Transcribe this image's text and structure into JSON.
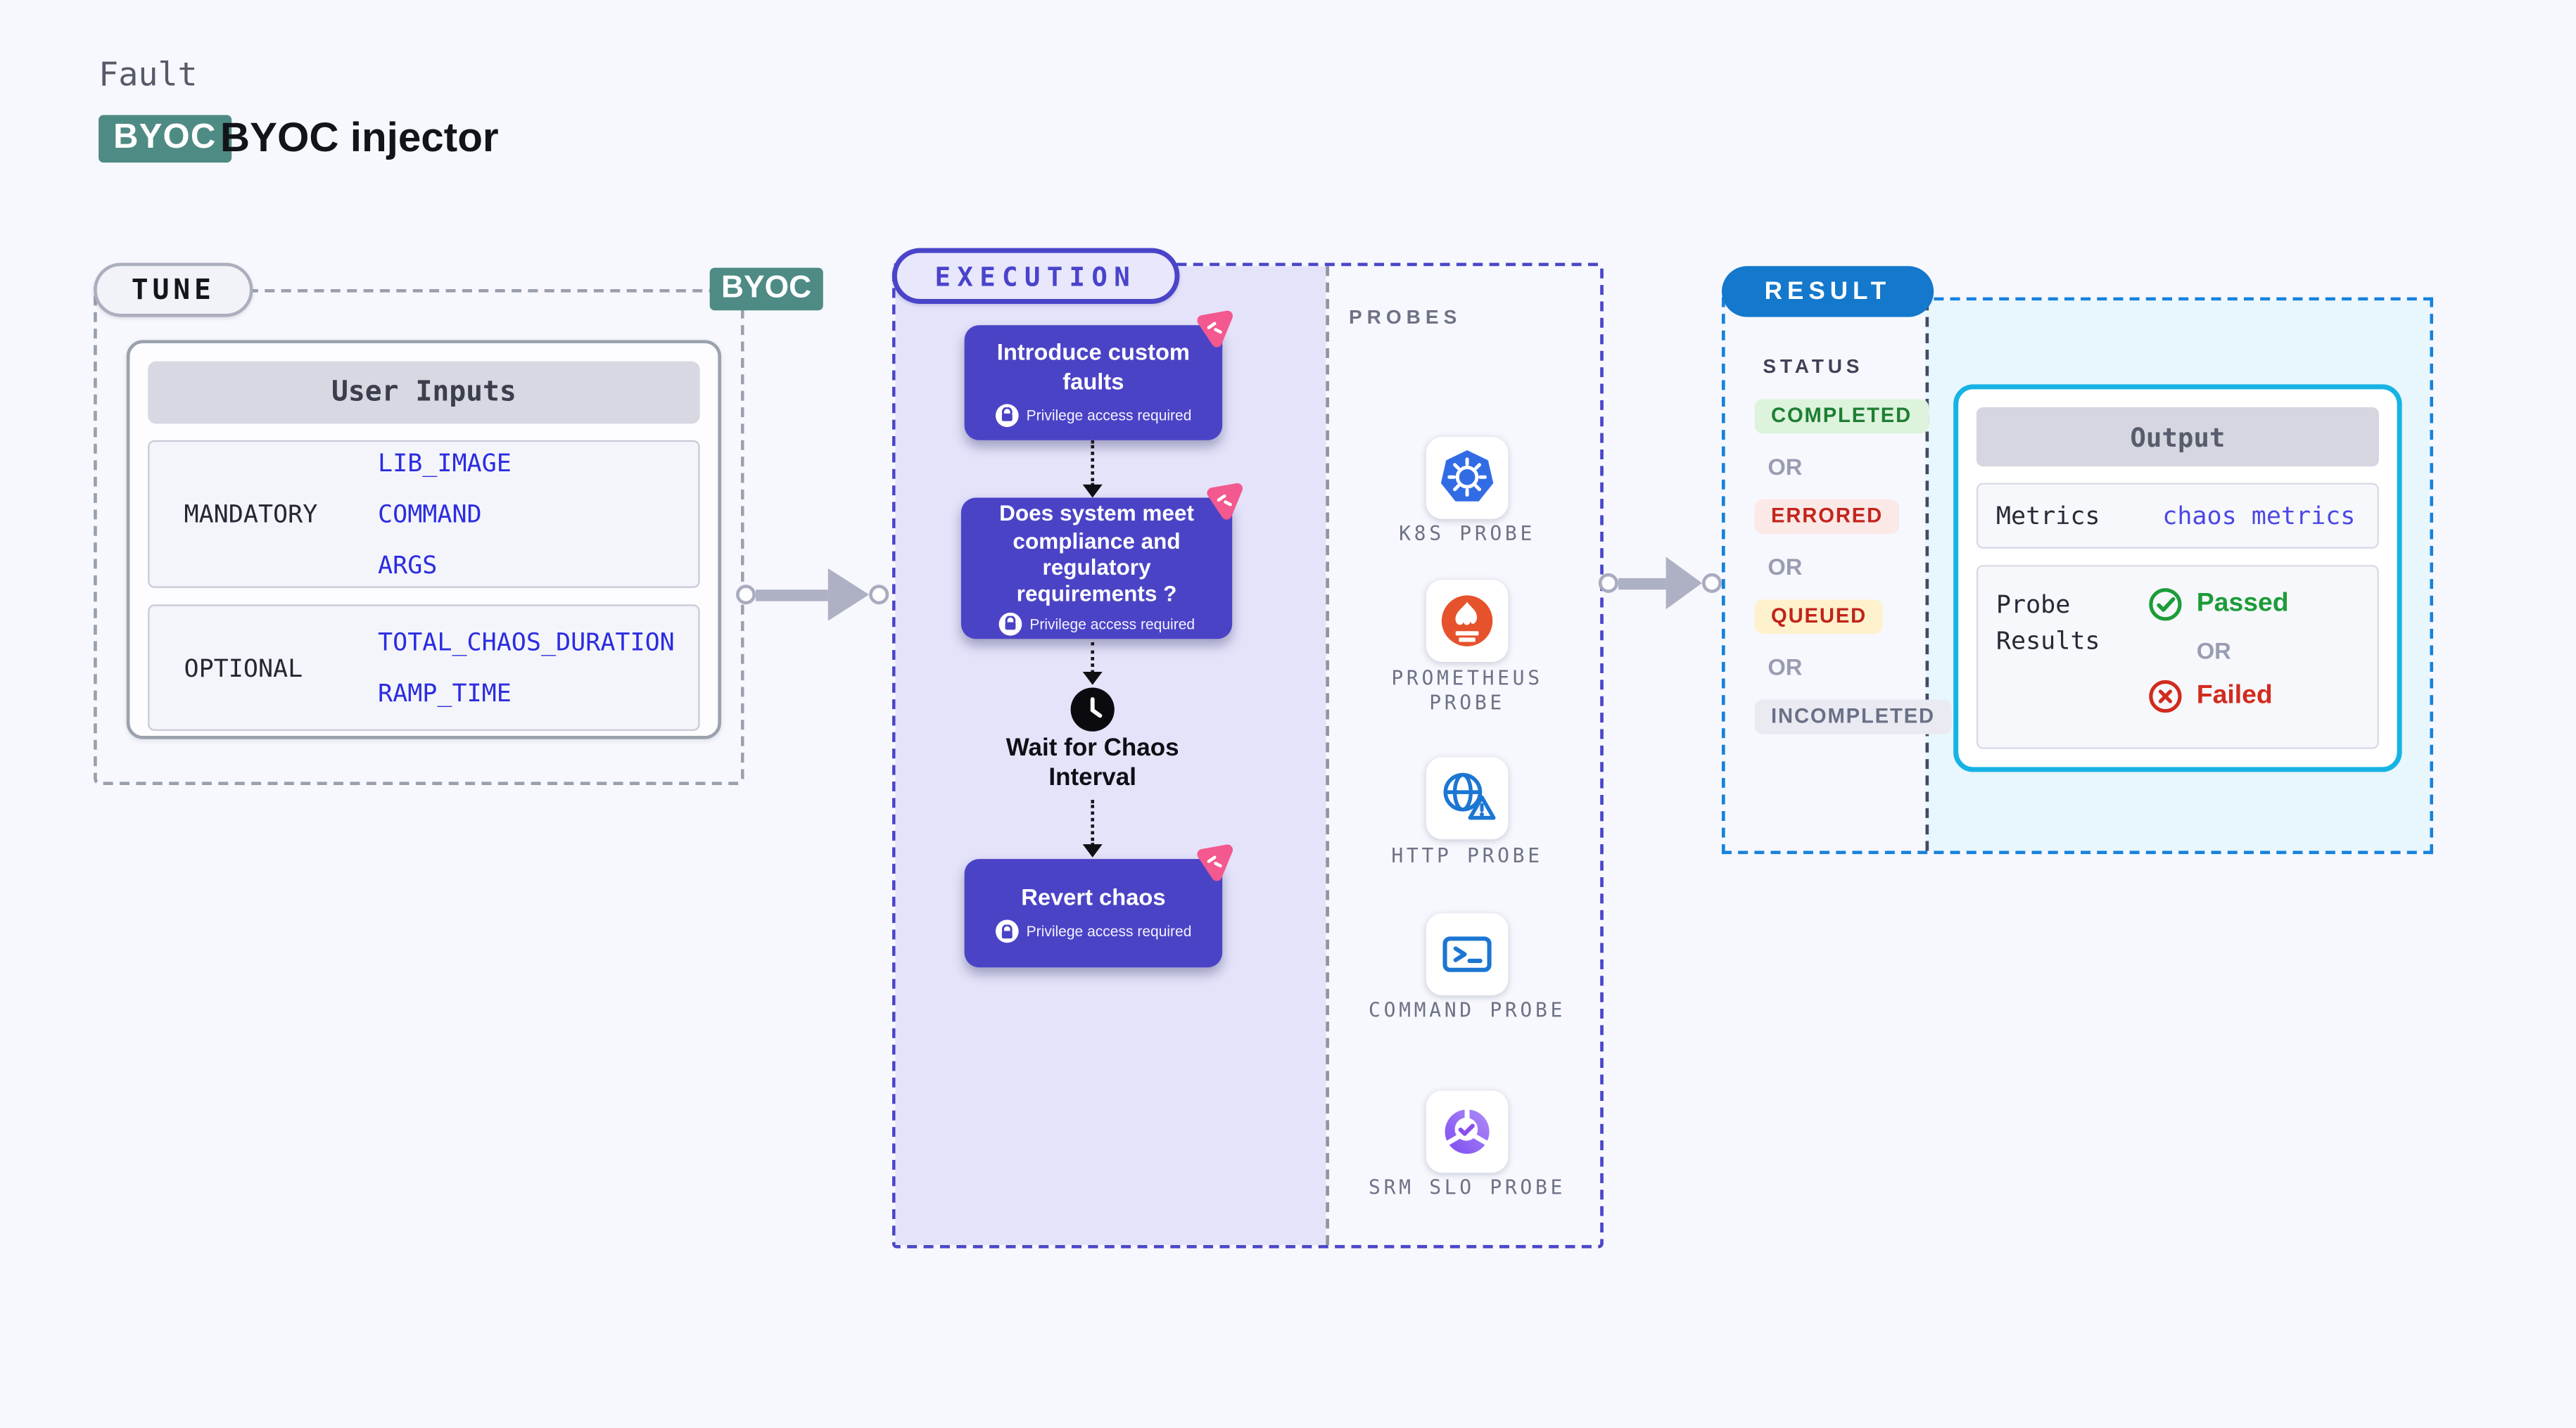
{
  "header": {
    "eyebrow": "Fault",
    "byoc_badge": "BYOC",
    "title": "BYOC injector"
  },
  "tune": {
    "label": "TUNE",
    "byoc_badge": "BYOC",
    "table_title": "User Inputs",
    "rows": [
      {
        "label": "MANDATORY",
        "values": [
          "LIB_IMAGE",
          "COMMAND",
          "ARGS"
        ]
      },
      {
        "label": "OPTIONAL",
        "values": [
          "TOTAL_CHAOS_DURATION",
          "RAMP_TIME"
        ]
      }
    ]
  },
  "execution": {
    "label": "EXECUTION",
    "privilege_label": "Privilege access required",
    "steps": [
      {
        "title": "Introduce custom faults",
        "icon": "chaos-pink-icon"
      },
      {
        "title": "Does system meet compliance and regulatory requirements ?",
        "icon": "chaos-pink-icon"
      },
      {
        "title": "Revert chaos",
        "icon": "chaos-pink-icon"
      }
    ],
    "wait_step": {
      "title": "Wait for Chaos Interval",
      "icon": "clock-icon"
    }
  },
  "probes": {
    "label": "PROBES",
    "items": [
      {
        "name": "K8S PROBE",
        "icon": "kubernetes-icon",
        "color": "#326ce5"
      },
      {
        "name": "PROMETHEUS PROBE",
        "icon": "prometheus-icon",
        "color": "#e6522c"
      },
      {
        "name": "HTTP PROBE",
        "icon": "globe-warning-icon",
        "color": "#1b76d2"
      },
      {
        "name": "COMMAND PROBE",
        "icon": "terminal-icon",
        "color": "#1b76d2"
      },
      {
        "name": "SRM SLO PROBE",
        "icon": "slo-donut-check-icon",
        "color": "#8b5cf6"
      }
    ]
  },
  "result": {
    "label": "RESULT",
    "status_title": "STATUS",
    "or_label": "OR",
    "statuses": [
      {
        "text": "COMPLETED",
        "fg": "#1e7e33",
        "bg": "#ddf3dc"
      },
      {
        "text": "ERRORED",
        "fg": "#c3251c",
        "bg": "#fbe9e8"
      },
      {
        "text": "QUEUED",
        "fg": "#c2231a",
        "bg": "#fdf2cd"
      },
      {
        "text": "INCOMPLETED",
        "fg": "#6a7086",
        "bg": "#e9eaf2"
      }
    ],
    "output": {
      "title": "Output",
      "metrics_label": "Metrics",
      "metrics_value": "chaos metrics",
      "probe_results_label": "Probe Results",
      "passed": "Passed",
      "or": "OR",
      "failed": "Failed"
    }
  },
  "colors": {
    "page_bg": "#f7f8fd",
    "byoc_teal": "#4e8b84",
    "execution_indigo": "#4a44c9",
    "execution_panel": "#e4e3fa",
    "fault_card": "#4b43c6",
    "chaos_pink": "#f3588e",
    "result_blue": "#1478cd",
    "result_panel": "#e8f6fd",
    "output_border": "#17b3e4",
    "value_blue": "#2c2ce1",
    "passed_green": "#1c9c39",
    "failed_red": "#d12b1e"
  }
}
